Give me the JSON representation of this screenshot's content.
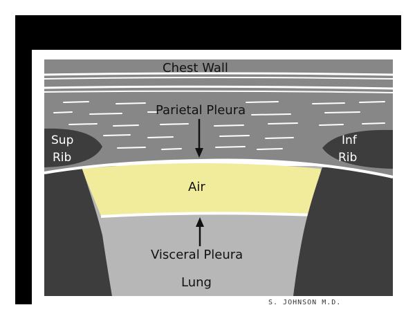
{
  "labels": {
    "chest_wall": "Chest Wall",
    "parietal_pleura": "Parietal Pleura",
    "sup_rib_line1": "Sup",
    "sup_rib_line2": "Rib",
    "inf_rib_line1": "Inf",
    "inf_rib_line2": "Rib",
    "air": "Air",
    "visceral_pleura": "Visceral Pleura",
    "lung": "Lung"
  },
  "signature": "S. JOHNSON M.D.",
  "colors": {
    "frame": "#000000",
    "chest_wall": "#878787",
    "fascia_lines": "#ffffff",
    "rib": "#3d3d3d",
    "air": "#f1eb9c",
    "lung": "#b7b7b7",
    "pleura_line": "#ffffff",
    "arrow": "#111111"
  }
}
